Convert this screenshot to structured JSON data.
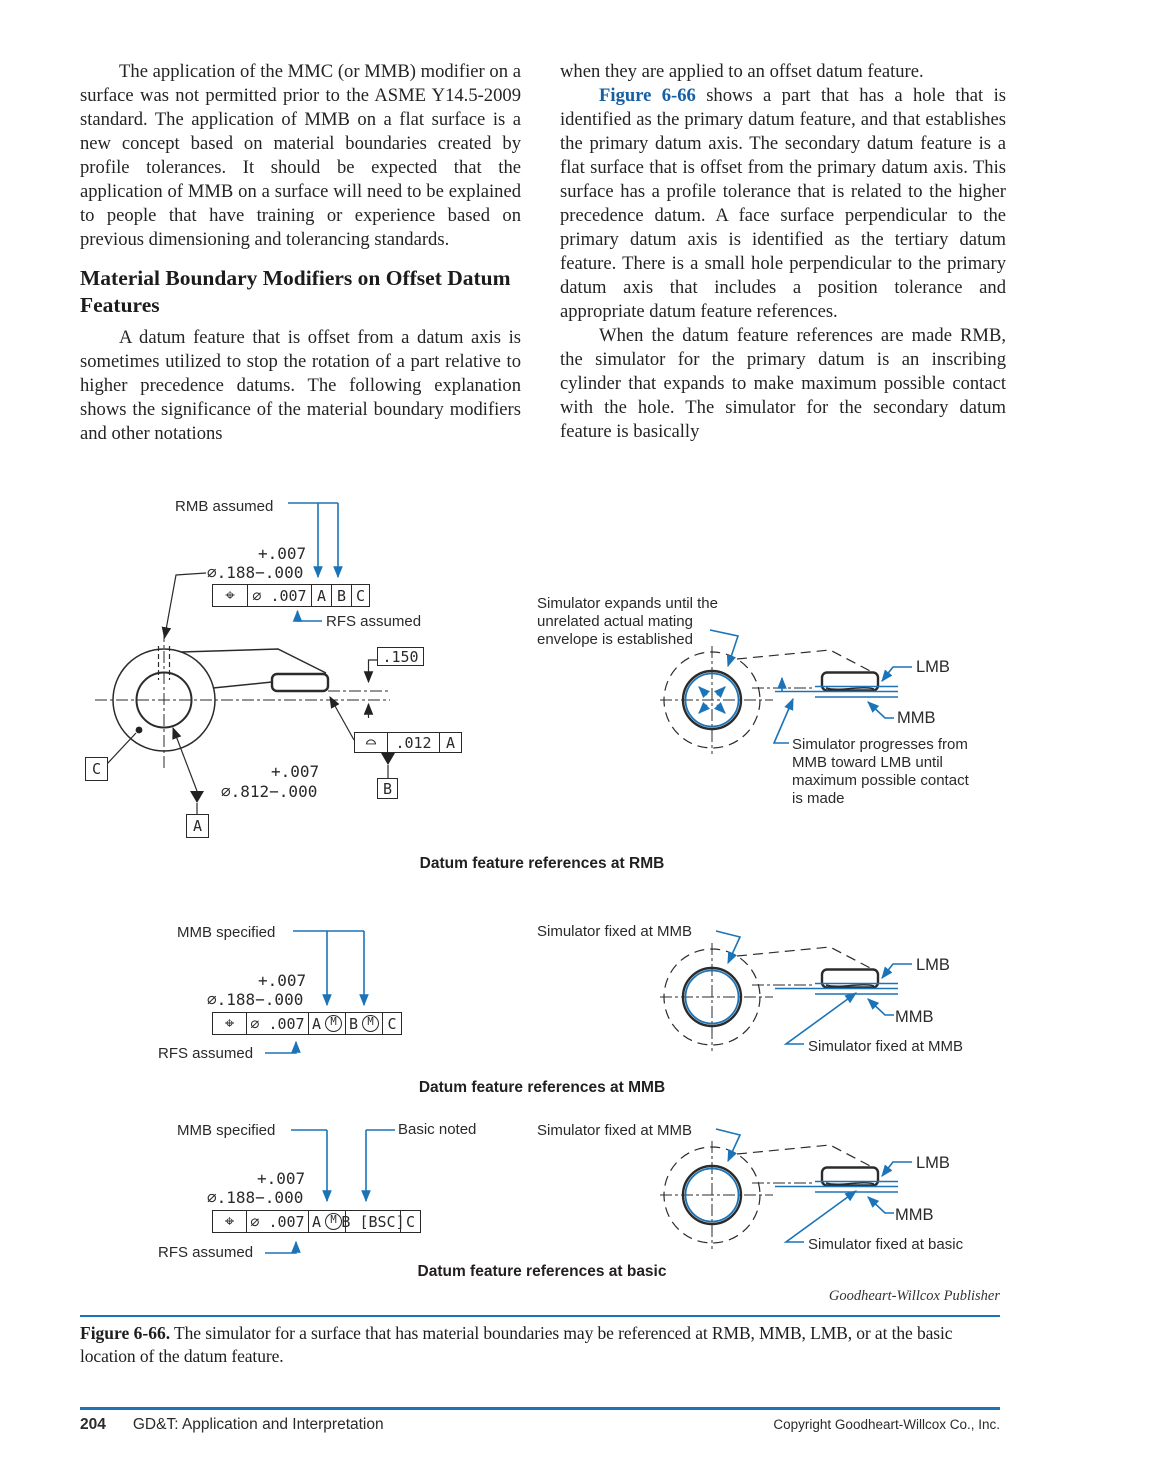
{
  "colors": {
    "accent_blue": "#1b74b8",
    "link_blue": "#155fa5",
    "ink": "#2a2a2a"
  },
  "article": {
    "left": {
      "p1": "The application of the MMC (or MMB) modifier on a surface was not permitted prior to the ASME Y14.5-2009 standard. The application of MMB on a flat surface is a new concept based on material boundaries created by profile tolerances. It should be expected that the application of MMB on a surface will need to be explained to people that have training or experience based on previous dimensioning and tolerancing standards.",
      "heading": "Material Boundary Modifiers on Offset Datum Features",
      "p2": "A datum feature that is offset from a datum axis is sometimes utilized to stop the rotation of a part relative to higher precedence datums. The following explanation shows the significance of the material boundary modifiers and other notations"
    },
    "right": {
      "p1": "when they are applied to an offset datum feature.",
      "p2_link": "Figure 6-66",
      "p2_rest": " shows a part that has a hole that is identified as the primary datum feature, and that establishes the primary datum axis. The secondary datum feature is a flat surface that is offset from the primary datum axis. This surface has a profile tolerance that is related to the higher precedence datum. A face surface perpendicular to the primary datum axis is identified as the tertiary datum feature. There is a small hole perpendicular to the primary datum axis that includes a position tolerance and appropriate datum feature references.",
      "p3": "When the datum feature references are made RMB, the simulator for the primary datum is an inscribing cylinder that expands to make maximum possible contact with the hole. The simulator for the secondary datum feature is basically"
    }
  },
  "figure": {
    "row_rmb": {
      "label_rmb": "RMB assumed",
      "dim1_upper": "+.007",
      "dim1_main": "⌀.188−.000",
      "fcf": {
        "cells": [
          "⌖",
          "⌀ .007",
          "A",
          "B",
          "C"
        ]
      },
      "label_rfs": "RFS assumed",
      "dim_150": ".150",
      "profile_fcf": {
        "cells": [
          "⌓",
          ".012",
          "A"
        ]
      },
      "datum_a": "A",
      "datum_b": "B",
      "datum_c": "C",
      "dim2_upper": "+.007",
      "dim2_main": "⌀.812−.000",
      "sim_note": [
        "Simulator expands until the",
        "unrelated actual mating",
        "envelope is established"
      ],
      "lmb": "LMB",
      "mmb": "MMB",
      "progress_note": [
        "Simulator progresses from",
        "MMB toward LMB until",
        "maximum possible contact",
        "is made"
      ],
      "caption": "Datum feature references at RMB"
    },
    "row_mmb": {
      "label_mmb": "MMB specified",
      "dim1_upper": "+.007",
      "dim1_main": "⌀.188−.000",
      "fcf": {
        "cells": [
          "⌖",
          "⌀ .007",
          "A (M)",
          "B (M)",
          "C"
        ]
      },
      "label_rfs": "RFS assumed",
      "sim_top": "Simulator fixed at MMB",
      "lmb": "LMB",
      "mmb": "MMB",
      "sim_bottom": "Simulator fixed at MMB",
      "caption": "Datum feature references at MMB"
    },
    "row_basic": {
      "label_mmb": "MMB specified",
      "label_basic": "Basic noted",
      "dim1_upper": "+.007",
      "dim1_main": "⌀.188−.000",
      "fcf": {
        "cells": [
          "⌖",
          "⌀ .007",
          "A (M)",
          "B [BSC]",
          "C"
        ]
      },
      "label_rfs": "RFS assumed",
      "sim_top": "Simulator fixed at MMB",
      "lmb": "LMB",
      "mmb": "MMB",
      "sim_bottom": "Simulator fixed at basic",
      "caption": "Datum feature references at basic"
    },
    "credit": "Goodheart-Willcox Publisher",
    "caption_bold": "Figure 6-66.",
    "caption_rest": " The simulator for a surface that has material boundaries may be referenced at RMB, MMB, LMB, or at the basic location of the datum feature."
  },
  "footer": {
    "page_number": "204",
    "book_title": "GD&T: Application and Interpretation",
    "copyright": "Copyright Goodheart-Willcox Co., Inc."
  }
}
